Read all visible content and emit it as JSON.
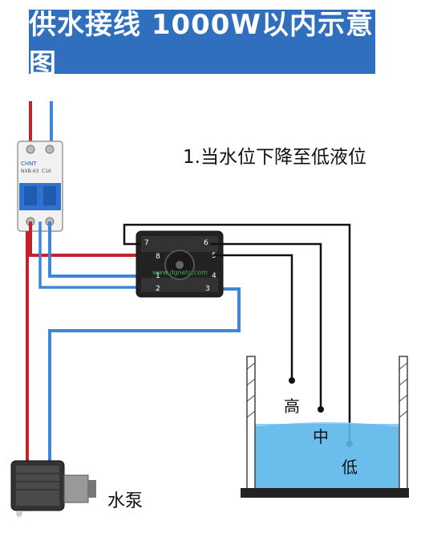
{
  "title": "供水接线 1000W以内示意图",
  "caption": "1.当水位下降至低液位",
  "levels": {
    "high": "高",
    "mid": "中",
    "low": "低"
  },
  "pump_label": "水泵",
  "breaker": {
    "brand": "CHNT",
    "model": "NXB-63",
    "rating": "C16"
  },
  "relay": {
    "terminals_top": [
      "7",
      "6",
      "5"
    ],
    "terminals_mid": [
      "8",
      "1",
      "4"
    ],
    "terminals_bot": [
      "3",
      "2"
    ],
    "watermark": "www.dgnetc.com"
  },
  "colors": {
    "live": "#c4222a",
    "neutral": "#3f86d6",
    "probe": "#111111",
    "water": "#5bb7ea",
    "banner": "#2f6fbd"
  }
}
